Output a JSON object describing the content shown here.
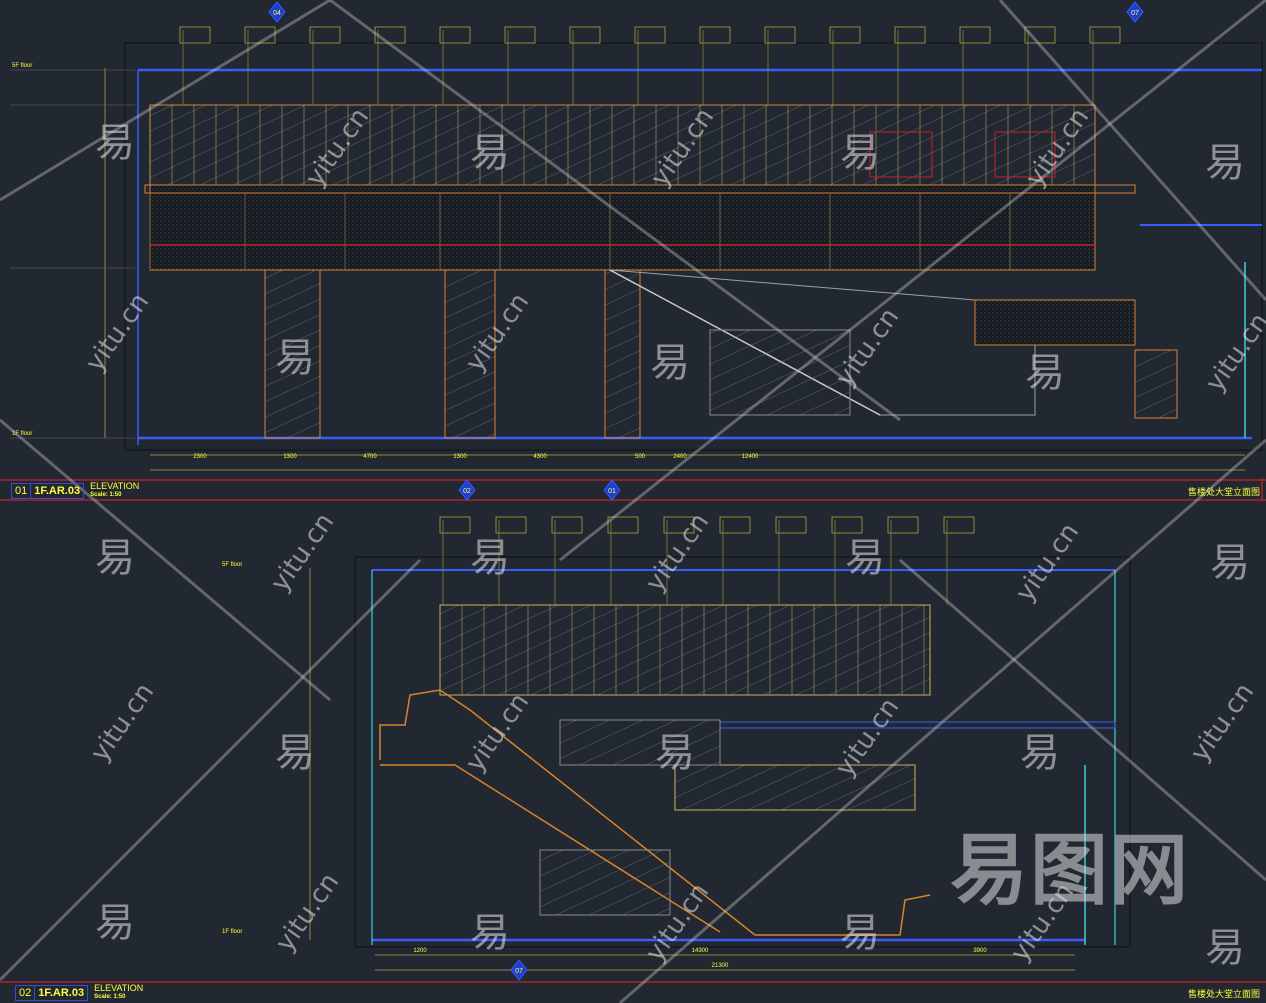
{
  "drawing_1": {
    "number": "01",
    "code": "1F.AR.03",
    "label": "ELEVATION",
    "scale": "Scale: 1:50",
    "caption": "售楼处大堂立面图",
    "section_markers": [
      "04",
      "07",
      "02",
      "01"
    ],
    "levels": [
      "5F floor",
      "1F floor"
    ],
    "bottom_dimensions": [
      "2300",
      "1300",
      "4700",
      "1300",
      "4300",
      "500",
      "2400",
      "12400"
    ]
  },
  "drawing_2": {
    "number": "02",
    "code": "1F.AR.03",
    "label": "ELEVATION",
    "scale": "Scale: 1:50",
    "caption": "售楼处大堂立面图",
    "section_markers": [
      "07"
    ],
    "levels": [
      "5F floor",
      "1F floor"
    ],
    "bottom_dimensions": [
      "1200",
      "14300",
      "3900",
      "21300"
    ]
  },
  "watermark": {
    "char": "易",
    "url": "yitu.cn",
    "brand": "易图网"
  },
  "colors": {
    "background": "#222831",
    "cad_yellow": "#ffff3c",
    "cad_blue": "#3a5cff",
    "cad_red": "#c8202a",
    "cad_orange": "#d9822b",
    "cad_olive": "#8f8a3a",
    "cad_cyan": "#3fd0d0"
  }
}
